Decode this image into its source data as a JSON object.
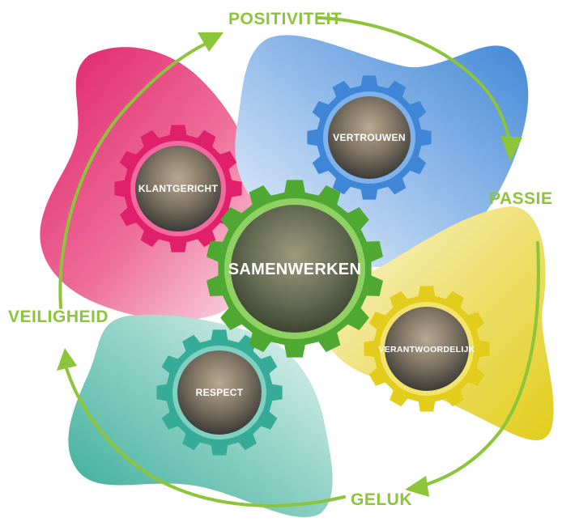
{
  "cycle_labels": {
    "top": "POSITIVITEIT",
    "right": "PASSIE",
    "bottom": "GELUK",
    "left": "VEILIGHEID"
  },
  "gears": {
    "center": "SAMENWERKEN",
    "top_left": "KLANTGERICHT",
    "top_right": "VERTROUWEN",
    "bottom_right": "VERANTWOORDELIJK",
    "bottom_left": "RESPECT"
  },
  "colors": {
    "cycle_green": "#8cc43a",
    "pink": "#e0206a",
    "blue": "#4a8fd8",
    "yellow": "#e6d328",
    "teal": "#3fb3a0",
    "center_green": "#5fb33e"
  }
}
